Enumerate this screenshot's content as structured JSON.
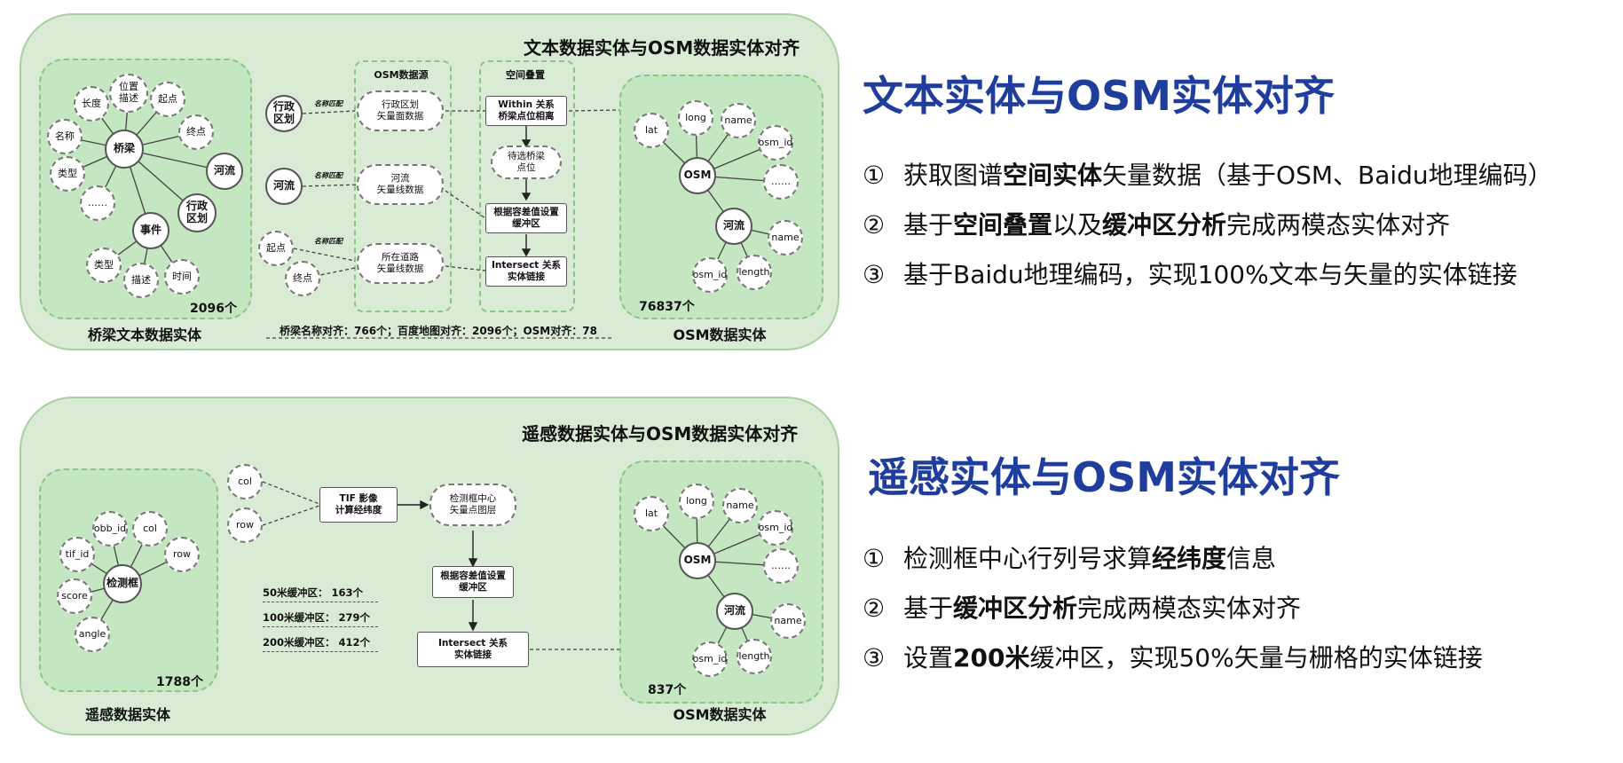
{
  "top": {
    "panel_title": "文本数据实体与OSM数据实体对齐",
    "bridge": {
      "label": "桥梁文本数据实体",
      "count": "2096个",
      "nodes": {
        "len": "长度",
        "pos": "位置\n描述",
        "start": "起点",
        "end": "终点",
        "name": "名称",
        "bridge": "桥梁",
        "type": "类型",
        "river": "河流",
        "dots": "……",
        "admin": "行政\n区划",
        "event": "事件",
        "type2": "类型",
        "desc": "描述",
        "time": "时间"
      }
    },
    "osm_source": {
      "title": "OSM数据源",
      "admin_cloud": "行政区划\n矢量面数据",
      "river_cloud": "河流\n矢量线数据",
      "road_cloud": "所在道路\n矢量线数据"
    },
    "spatial": {
      "title": "空间叠置",
      "within": "Within 关系\n桥梁点位相离",
      "candidate": "待选桥梁\n点位",
      "buffer": "根据容差值设置\n缓冲区",
      "intersect": "Intersect 关系\n实体链接"
    },
    "left_terms": {
      "admin": "行政\n区划",
      "river": "河流",
      "start": "起点",
      "end": "终点"
    },
    "match_label": "名称匹配",
    "stats_line": "桥梁名称对齐：766个；百度地图对齐：2096个；OSM对齐：78",
    "osm": {
      "label": "OSM数据实体",
      "count": "76837个",
      "nodes": {
        "lat": "lat",
        "long": "long",
        "name": "name",
        "osm_id": "osm_id",
        "dots": "……",
        "hub": "OSM",
        "river": "河流",
        "name2": "name",
        "osm_id2": "osm_id",
        "length": "length"
      }
    }
  },
  "bottom": {
    "panel_title": "遥感数据实体与OSM数据实体对齐",
    "rs": {
      "label": "遥感数据实体",
      "count": "1788个",
      "nodes": {
        "obb_id": "obb_id",
        "col": "col",
        "tif_id": "tif_id",
        "row": "row",
        "hub": "检测框",
        "score": "score",
        "angle": "angle"
      }
    },
    "flow": {
      "col": "col",
      "row": "row",
      "tif": "TIF 影像\n计算经纬度",
      "center": "检测框中心\n矢量点图层",
      "buffer": "根据容差值设置\n缓冲区",
      "intersect": "Intersect 关系\n实体链接"
    },
    "stats": [
      "50米缓冲区：    163个",
      "100米缓冲区：   279个",
      "200米缓冲区：   412个"
    ],
    "osm": {
      "label": "OSM数据实体",
      "count": "837个",
      "nodes": {
        "lat": "lat",
        "long": "long",
        "name": "name",
        "osm_id": "osm_id",
        "dots": "……",
        "hub": "OSM",
        "river": "河流",
        "name2": "name",
        "osm_id2": "osm_id",
        "length": "length"
      }
    }
  },
  "right_top": {
    "heading": "文本实体与OSM实体对齐",
    "items": [
      {
        "num": "①",
        "pre": "获取图谱",
        "bold": "空间实体",
        "post": "矢量数据（基于OSM、Baidu地理编码）"
      },
      {
        "num": "②",
        "pre": "基于",
        "bold": "空间叠置",
        "mid": "以及",
        "bold2": "缓冲区分析",
        "post": "完成两模态实体对齐"
      },
      {
        "num": "③",
        "pre": "基于Baidu地理编码，实现100%文本与矢量的实体链接",
        "bold": "",
        "post": ""
      }
    ]
  },
  "right_bottom": {
    "heading": "遥感实体与OSM实体对齐",
    "items": [
      {
        "num": "①",
        "pre": "检测框中心行列号求算",
        "bold": "经纬度",
        "post": "信息"
      },
      {
        "num": "②",
        "pre": "基于",
        "bold": "缓冲区分析",
        "post": "完成两模态实体对齐"
      },
      {
        "num": "③",
        "pre": "设置",
        "bold": "200米",
        "post": "缓冲区，实现50%矢量与栅格的实体链接"
      }
    ]
  },
  "colors": {
    "panel_bg": "#d9ebd5",
    "sub_bg": "#c4e6c0",
    "heading": "#1f3d9c"
  }
}
